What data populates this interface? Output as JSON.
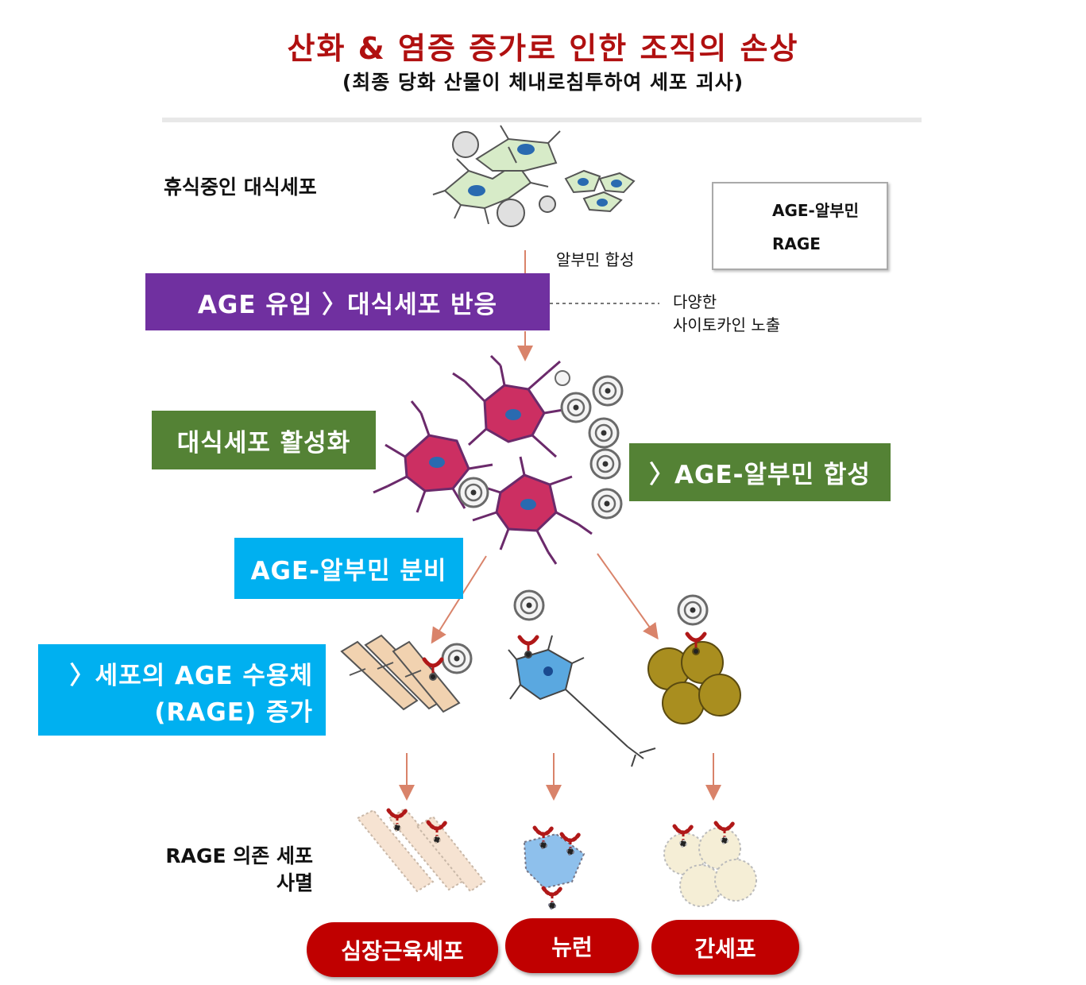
{
  "title": "산화 & 염증 증가로 인한 조직의 손상",
  "subtitle": "(최종 당화 산물이 체내로침투하여 세포 괴사)",
  "labels": {
    "resting_macrophage": "휴식중인 대식세포",
    "albumin_synthesis": "알부민 합성",
    "cytokine_line1": "다양한",
    "cytokine_line2": "사이토카인 노출",
    "rage_death_line1": "RAGE 의존 세포",
    "rage_death_line2": "사멸"
  },
  "legend": {
    "age_albumin": "AGE-알부민",
    "rage": "RAGE"
  },
  "boxes": {
    "age_influx": {
      "text": "AGE 유입 〉대식세포 반응",
      "color": "#7030a0"
    },
    "macrophage_activation": {
      "text": "대식세포 활성화",
      "color": "#548235"
    },
    "age_albumin_synthesis": {
      "text": "〉AGE-알부민 합성",
      "color": "#548235"
    },
    "age_albumin_secretion": {
      "text": "AGE-알부민 분비",
      "color": "#00b0f0"
    },
    "rage_increase_line1": "〉세포의 AGE 수용체",
    "rage_increase_line2": "(RAGE) 증가",
    "rage_increase_color": "#00b0f0"
  },
  "cells": {
    "cardiomyocyte": "심장근육세포",
    "neuron": "뉴런",
    "hepatocyte": "간세포",
    "pill_color": "#c00000"
  }
}
